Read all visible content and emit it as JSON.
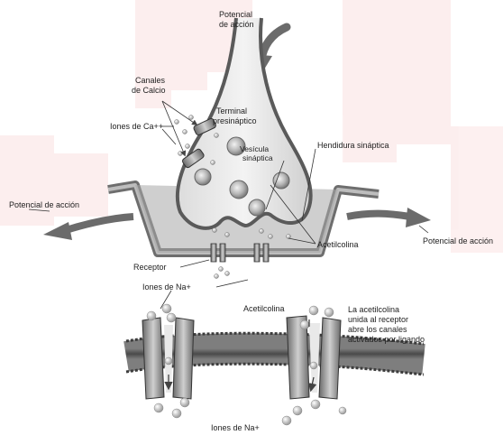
{
  "labels": {
    "action_potential_top_line1": "Potencial",
    "action_potential_top_line2": "de acción",
    "calcium_channels_line1": "Canales",
    "calcium_channels_line2": "de Calcio",
    "calcium_ions": "Iones de Ca++",
    "presynaptic_terminal_line1": "Terminal",
    "presynaptic_terminal_line2": "presináptico",
    "synaptic_vesicle_line1": "Vesícula",
    "synaptic_vesicle_line2": "sináptica",
    "synaptic_cleft": "Hendidura sináptica",
    "action_potential_left": "Potencial de acción",
    "action_potential_right": "Potencial de acción",
    "acetylcholine_upper": "Acetilcolina",
    "receptor": "Receptor",
    "sodium_ions_upper": "Iones de Na+",
    "acetylcholine_lower": "Acetilcolina",
    "explanation_line1": "La acetilcolina",
    "explanation_line2": "unida al receptor",
    "explanation_line3": "abre los canales",
    "explanation_line4": "activados por ligando",
    "sodium_ions_lower": "Iones de Na+"
  },
  "colors": {
    "background_watermark": "#e23a3a",
    "membrane_gray": "#9a9a9a",
    "dark_gray": "#555555",
    "arrow_gray": "#6b6b6b"
  }
}
